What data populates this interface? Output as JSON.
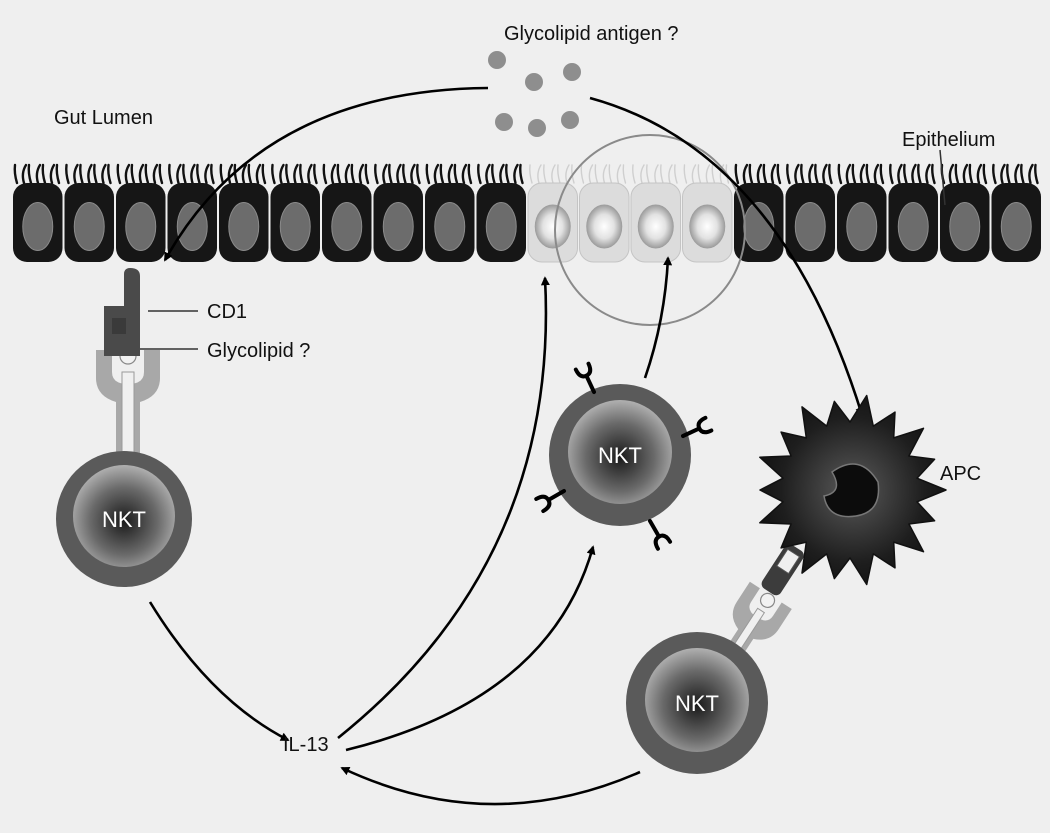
{
  "labels": {
    "glycolipid_antigen": "Glycolipid antigen ?",
    "gut_lumen": "Gut Lumen",
    "epithelium": "Epithelium",
    "cd1": "CD1",
    "glycolipid": "Glycolipid ?",
    "apc": "APC",
    "il13": "IL-13"
  },
  "cells": {
    "nkt_left": "NKT",
    "nkt_middle": "NKT",
    "nkt_bottom": "NKT"
  }
}
